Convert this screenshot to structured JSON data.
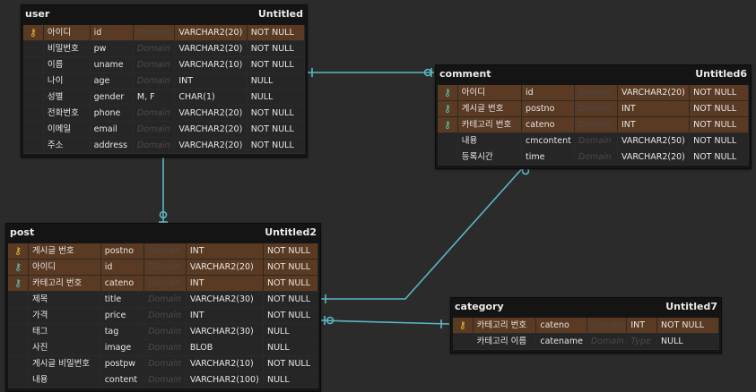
{
  "entities": {
    "user": {
      "name": "user",
      "alias": "Untitled",
      "columns": [
        {
          "logical": "아이디",
          "physical": "id",
          "domain": "Domain",
          "type": "VARCHAR2(20)",
          "null": "NOT NULL",
          "key": "pk"
        },
        {
          "logical": "비밀번호",
          "physical": "pw",
          "domain": "Domain",
          "type": "VARCHAR2(20)",
          "null": "NOT NULL",
          "key": ""
        },
        {
          "logical": "이름",
          "physical": "uname",
          "domain": "Domain",
          "type": "VARCHAR2(10)",
          "null": "NOT NULL",
          "key": ""
        },
        {
          "logical": "나이",
          "physical": "age",
          "domain": "Domain",
          "type": "INT",
          "null": "NULL",
          "key": ""
        },
        {
          "logical": "성별",
          "physical": "gender",
          "domain": "M, F",
          "type": "CHAR(1)",
          "null": "NULL",
          "key": ""
        },
        {
          "logical": "전화번호",
          "physical": "phone",
          "domain": "Domain",
          "type": "VARCHAR2(20)",
          "null": "NOT NULL",
          "key": ""
        },
        {
          "logical": "이메일",
          "physical": "email",
          "domain": "Domain",
          "type": "VARCHAR2(20)",
          "null": "NOT NULL",
          "key": ""
        },
        {
          "logical": "주소",
          "physical": "address",
          "domain": "Domain",
          "type": "VARCHAR2(20)",
          "null": "NOT NULL",
          "key": ""
        }
      ]
    },
    "comment": {
      "name": "comment",
      "alias": "Untitled6",
      "columns": [
        {
          "logical": "아이디",
          "physical": "id",
          "domain": "Domain",
          "type": "VARCHAR2(20)",
          "null": "NOT NULL",
          "key": "fk"
        },
        {
          "logical": "게시글 번호",
          "physical": "postno",
          "domain": "Domain",
          "type": "INT",
          "null": "NOT NULL",
          "key": "fk"
        },
        {
          "logical": "카테고리 번호",
          "physical": "cateno",
          "domain": "Domain",
          "type": "INT",
          "null": "NOT NULL",
          "key": "fk"
        },
        {
          "logical": "내용",
          "physical": "cmcontent",
          "domain": "Domain",
          "type": "VARCHAR2(50)",
          "null": "NOT NULL",
          "key": ""
        },
        {
          "logical": "등록시간",
          "physical": "time",
          "domain": "Domain",
          "type": "VARCHAR2(20)",
          "null": "NOT NULL",
          "key": ""
        }
      ]
    },
    "post": {
      "name": "post",
      "alias": "Untitled2",
      "columns": [
        {
          "logical": "게시글 번호",
          "physical": "postno",
          "domain": "Domain",
          "type": "INT",
          "null": "NOT NULL",
          "key": "pk"
        },
        {
          "logical": "아이디",
          "physical": "id",
          "domain": "Domain",
          "type": "VARCHAR2(20)",
          "null": "NOT NULL",
          "key": "fk"
        },
        {
          "logical": "카테고리 번호",
          "physical": "cateno",
          "domain": "Domain",
          "type": "INT",
          "null": "NOT NULL",
          "key": "fk"
        },
        {
          "logical": "제목",
          "physical": "title",
          "domain": "Domain",
          "type": "VARCHAR2(30)",
          "null": "NOT NULL",
          "key": ""
        },
        {
          "logical": "가격",
          "physical": "price",
          "domain": "Domain",
          "type": "INT",
          "null": "NOT NULL",
          "key": ""
        },
        {
          "logical": "태그",
          "physical": "tag",
          "domain": "Domain",
          "type": "VARCHAR2(30)",
          "null": "NULL",
          "key": ""
        },
        {
          "logical": "사진",
          "physical": "image",
          "domain": "Domain",
          "type": "BLOB",
          "null": "NULL",
          "key": ""
        },
        {
          "logical": "게시글 비밀번호",
          "physical": "postpw",
          "domain": "Domain",
          "type": "VARCHAR2(10)",
          "null": "NOT NULL",
          "key": ""
        },
        {
          "logical": "내용",
          "physical": "content",
          "domain": "Domain",
          "type": "VARCHAR2(100)",
          "null": "NULL",
          "key": ""
        }
      ]
    },
    "category": {
      "name": "category",
      "alias": "Untitled7",
      "columns": [
        {
          "logical": "카테고리 번호",
          "physical": "cateno",
          "domain": "Domain",
          "type": "INT",
          "null": "NOT NULL",
          "key": "pk"
        },
        {
          "logical": "카테고리 이름",
          "physical": "catename",
          "domain": "Domain",
          "type": "Type",
          "null": "NULL",
          "key": ""
        }
      ]
    }
  },
  "colors": {
    "background": "#2b2b2b",
    "relationship": "#5bb8c4",
    "primary_key": "#e9c23a",
    "foreign_key": "#5fc8c8",
    "key_row": "#5a3a22"
  },
  "icons": {
    "primary_key": "key-icon",
    "foreign_key": "foreign-key-icon"
  }
}
